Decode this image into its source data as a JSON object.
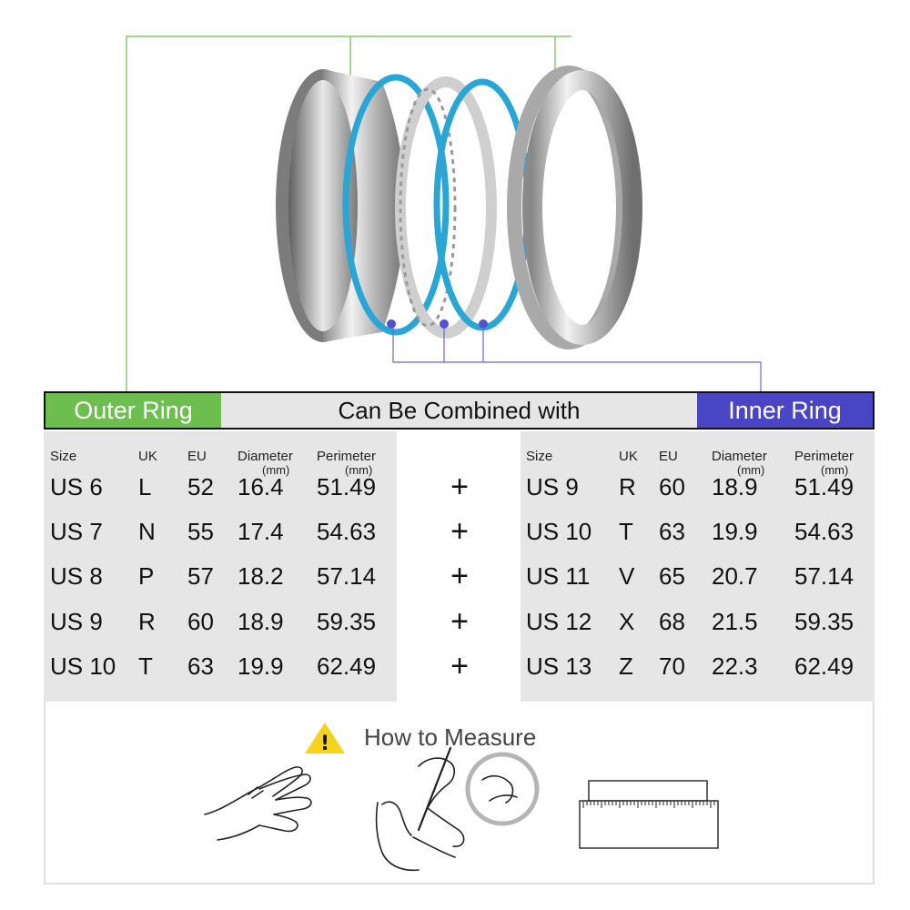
{
  "header": {
    "outer_label": "Outer Ring",
    "combo_label": "Can Be Combined with",
    "inner_label": "Inner Ring"
  },
  "columns": {
    "size": "Size",
    "uk": "UK",
    "eu": "EU",
    "diameter": "Diameter",
    "diameter_unit": "(mm)",
    "perimeter": "Perimeter",
    "perimeter_unit": "(mm)"
  },
  "outer_rows": [
    {
      "size": "US 6",
      "uk": "L",
      "eu": "52",
      "diameter": "16.4",
      "perimeter": "51.49"
    },
    {
      "size": "US 7",
      "uk": "N",
      "eu": "55",
      "diameter": "17.4",
      "perimeter": "54.63"
    },
    {
      "size": "US 8",
      "uk": "P",
      "eu": "57",
      "diameter": "18.2",
      "perimeter": "57.14"
    },
    {
      "size": "US 9",
      "uk": "R",
      "eu": "60",
      "diameter": "18.9",
      "perimeter": "59.35"
    },
    {
      "size": "US 10",
      "uk": "T",
      "eu": "63",
      "diameter": "19.9",
      "perimeter": "62.49"
    }
  ],
  "inner_rows": [
    {
      "size": "US 9",
      "uk": "R",
      "eu": "60",
      "diameter": "18.9",
      "perimeter": "51.49"
    },
    {
      "size": "US 10",
      "uk": "T",
      "eu": "63",
      "diameter": "19.9",
      "perimeter": "54.63"
    },
    {
      "size": "US 11",
      "uk": "V",
      "eu": "65",
      "diameter": "20.7",
      "perimeter": "57.14"
    },
    {
      "size": "US 12",
      "uk": "X",
      "eu": "68",
      "diameter": "21.5",
      "perimeter": "59.35"
    },
    {
      "size": "US 13",
      "uk": "Z",
      "eu": "70",
      "diameter": "22.3",
      "perimeter": "62.49"
    }
  ],
  "plus_symbol": "+",
  "measure": {
    "title": "How to Measure",
    "warning_mark": "!"
  },
  "colors": {
    "outer_accent": "#6cbf4e",
    "inner_accent": "#4a45c4",
    "ring_blue": "#29a6d6",
    "silver": "#c8c8c8"
  },
  "icons": [
    "warning-icon",
    "hand-icon",
    "measuring-hand-icon",
    "ruler-icon"
  ]
}
